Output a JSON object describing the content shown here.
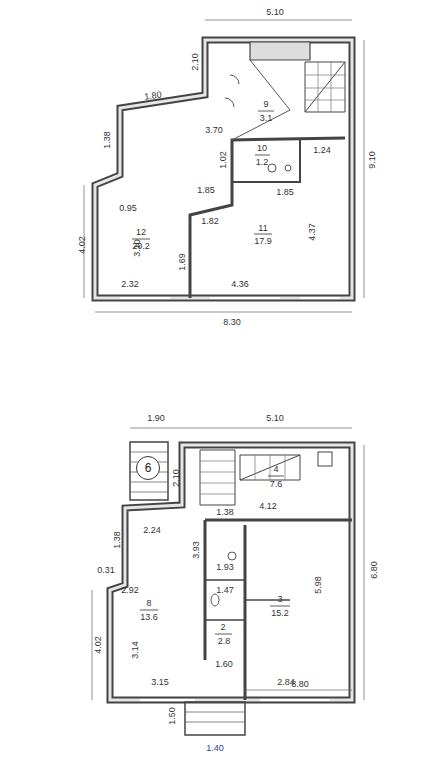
{
  "diagram": {
    "nodes": [
      {
        "text": [
          "6"
        ]
      }
    ],
    "labels": [
      "5.10",
      "2.10",
      "1.80",
      "1.38",
      "4.02",
      "8.30",
      "3.70",
      "0.95",
      "3.10",
      "1.69",
      "2.32",
      "4.36",
      "1.85",
      "1.82",
      "1.02",
      "1.85",
      "1.24",
      "4.37",
      "9.10",
      "12",
      "20.2",
      "11",
      "17.9",
      "9",
      "3.1",
      "10",
      "1.2",
      "1.90",
      "5.10",
      "2.10",
      "4",
      "7.6",
      "4.12",
      "1.38",
      "2.24",
      "3.93",
      "1.38",
      "6.80",
      "0.31",
      "4.02",
      "2.92",
      "8",
      "13.6",
      "3.14",
      "1.93",
      "1.47",
      "3",
      "15.2",
      "5.98",
      "2",
      "2.8",
      "3.15",
      "1.60",
      "2.84",
      "8.80",
      "1.50",
      "1.40"
    ]
  }
}
